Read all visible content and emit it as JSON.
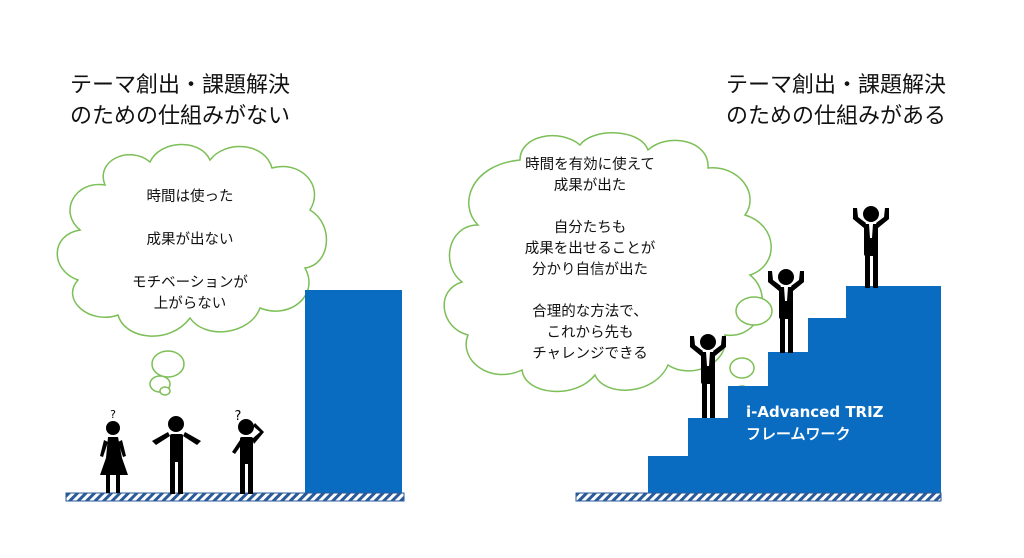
{
  "left": {
    "title": [
      "テーマ創出・課題解決",
      "のための仕組みがない"
    ],
    "bubble": [
      [
        "時間は使った"
      ],
      [
        "成果が出ない"
      ],
      [
        "モチベーションが",
        "上がらない"
      ]
    ],
    "question_mark": "?"
  },
  "right": {
    "title": [
      "テーマ創出・課題解決",
      "のための仕組みがある"
    ],
    "bubble": [
      [
        "時間を有効に使えて",
        "成果が出た"
      ],
      [
        "自分たちも",
        "成果を出せることが",
        "分かり自信が出た"
      ],
      [
        "合理的な方法で、",
        "これから先も",
        "チャレンジできる"
      ]
    ],
    "stairs_label": [
      "i-Advanced TRIZ",
      "フレームワーク"
    ]
  },
  "colors": {
    "block_blue": "#0a6cc0",
    "cloud_stroke": "#7cbf57",
    "ground_hatch": "#2a5a9a",
    "person": "#000000"
  }
}
